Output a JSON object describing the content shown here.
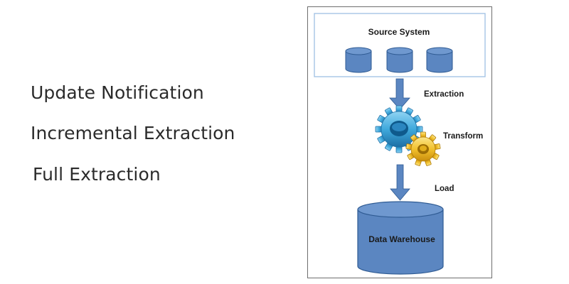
{
  "extraction_methods": [
    "Update Notification",
    "Incremental Extraction",
    "Full Extraction"
  ],
  "diagram": {
    "source_label": "Source System",
    "extraction_label": "Extraction",
    "transform_label": "Transform",
    "load_label": "Load",
    "warehouse_label": "Data Warehouse"
  },
  "colors": {
    "cylinder_fill": "#5b86c1",
    "cylinder_stroke": "#2f5b93",
    "arrow_fill": "#5b86c1",
    "source_box_border": "#9fbfe3",
    "gear_blue": "#3fa9dc",
    "gear_yellow": "#f2c12e"
  },
  "icons": {
    "source_databases": [
      "database-icon",
      "database-icon",
      "database-icon"
    ],
    "transform": [
      "gear-icon-blue",
      "gear-icon-yellow"
    ],
    "warehouse": "database-icon"
  }
}
